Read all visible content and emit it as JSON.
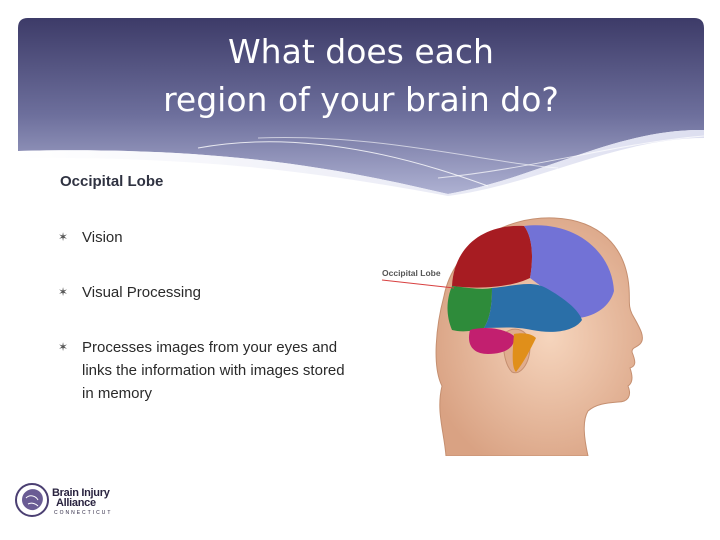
{
  "slide": {
    "title_line1": "What does each",
    "title_line2": "region of your brain do?",
    "section_heading": "Occipital Lobe",
    "bullets": [
      "Vision",
      "Visual Processing",
      "Processes images from your eyes and links the information with images stored in memory"
    ],
    "bullet_glyph": "✶",
    "figure_label": "Occipital Lobe",
    "logo": {
      "line1": "Brain Injury",
      "line2": "Alliance",
      "line3": "CONNECTICUT"
    }
  },
  "colors": {
    "header_dark": "#3d3b68",
    "header_light": "#b9bcd9",
    "frontal": "#7272d6",
    "parietal": "#a71c22",
    "occipital": "#2e8b3a",
    "temporal": "#2a6fa8",
    "cerebellum": "#c21f6f",
    "brainstem": "#e08f1a",
    "skin": "#f0c6a8"
  }
}
